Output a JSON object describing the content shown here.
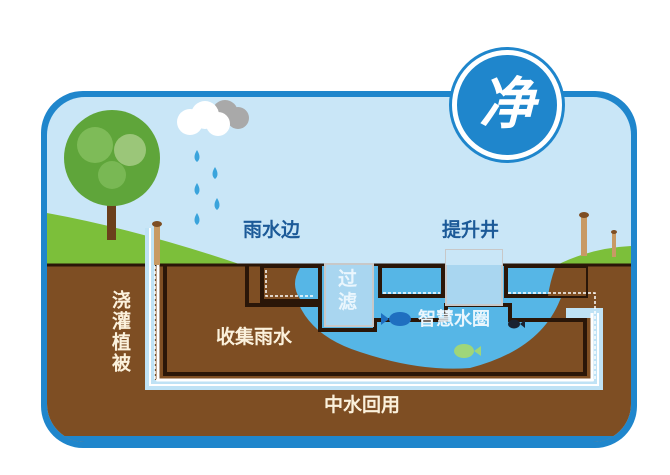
{
  "badge": {
    "char": "净",
    "color": "#1f86cc"
  },
  "labels": {
    "rain_side": "雨水边",
    "lift_well": "提升井",
    "filter_line1": "过",
    "filter_line2": "滤",
    "collect_rain": "收集雨水",
    "smart_water_circle": "智慧水圈",
    "irrigate_vegetation": "浇灌植被",
    "reclaimed_water_reuse": "中水回用"
  },
  "colors": {
    "frame_border": "#1f86cc",
    "sky": "#c9e6f7",
    "grass": "#7cbf3a",
    "soil": "#7e4e23",
    "water": "#56b6e6",
    "pipe_light": "#bfe2f5",
    "outline": "#2a1608",
    "cloud_white": "#ffffff",
    "cloud_grey": "#a9a9a9",
    "rain_drop": "#3aa4dc"
  },
  "icons": [
    "cloud-icon",
    "rain-drop-icon",
    "tree-icon",
    "vent-post-icon",
    "fish-icon"
  ]
}
